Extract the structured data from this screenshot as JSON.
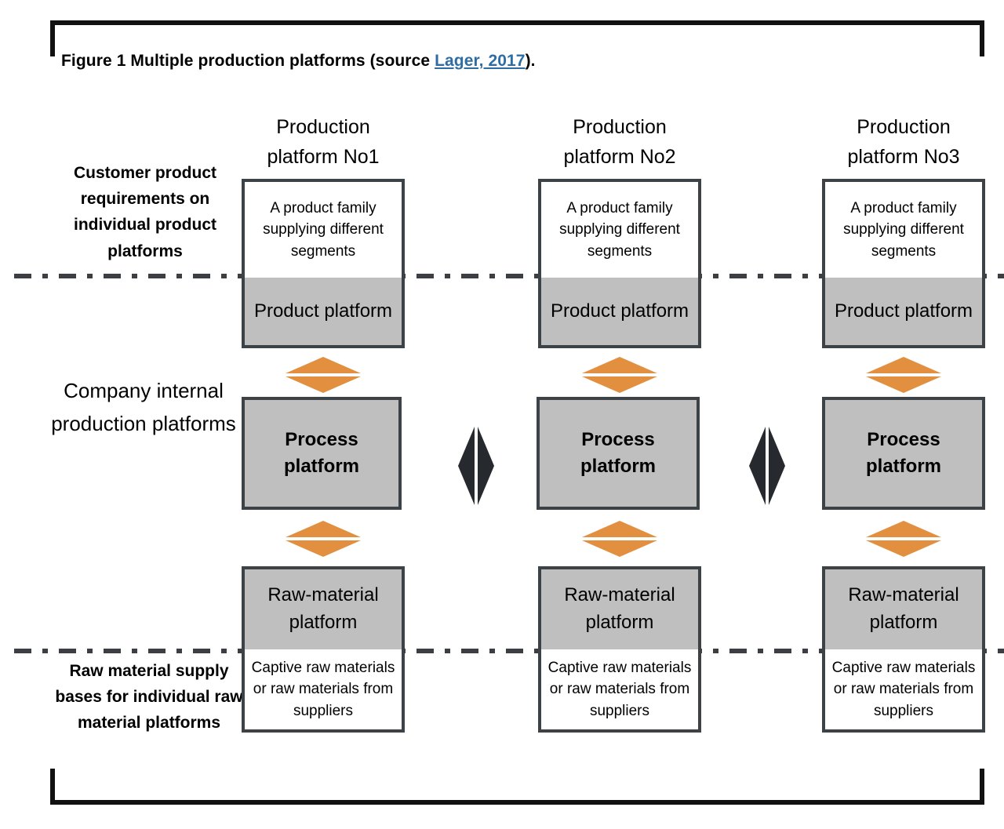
{
  "caption": {
    "prefix": "Figure 1 Multiple production platforms (source ",
    "link": "Lager, 2017",
    "suffix": ")."
  },
  "column_headers": [
    "Production\nplatform No1",
    "Production\nplatform No2",
    "Production\nplatform No3"
  ],
  "band_labels": {
    "top": "Customer product requirements on individual product platforms",
    "middle": "Company internal production platforms",
    "bottom": "Raw material supply bases for individual raw material platforms"
  },
  "boxes": {
    "product_family": "A product family supplying different segments",
    "product_platform": "Product platform",
    "process_platform": "Process platform",
    "raw_material_platform": "Raw-material platform",
    "captive_raw_materials": "Captive raw materials or raw materials from suppliers"
  },
  "colors": {
    "gray_fill": "#bfbfbf",
    "box_border": "#3d4247",
    "orange_arrow": "#e2903f",
    "dark_arrow": "#262a2e",
    "link": "#2e6da4",
    "dash_line": "#3b3f44"
  },
  "connectors": {
    "vertical_arrow": "double-headed-vertical-arrow",
    "horizontal_arrow": "double-headed-horizontal-arrow",
    "separator": "dash-dot-line"
  }
}
